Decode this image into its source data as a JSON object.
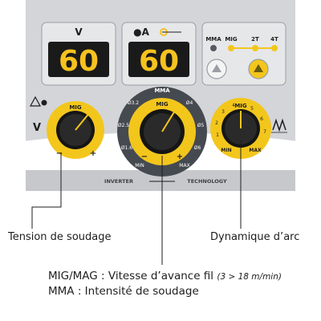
{
  "colors": {
    "panel": "#d3d5d9",
    "panel_dark": "#a9adb3",
    "display_bg": "#1a1a1a",
    "digit": "#f6c21e",
    "knob_ring": "#f3c61c",
    "knob_body": "#151515",
    "text_dark": "#1e1e1e"
  },
  "icons": [
    "warning-icon",
    "wire-spool-icon",
    "arrow-up-icon",
    "dynamic-arc-icon"
  ],
  "left_display": {
    "label": "V",
    "value": "60"
  },
  "right_display": {
    "label_dot": "●A",
    "value": "60"
  },
  "mode_panel": {
    "mma": "MMA",
    "mig": "MIG",
    "t2": "2T",
    "t4": "4T"
  },
  "left_knob": {
    "mode": "MIG",
    "side_label": "V",
    "minus": "−",
    "plus": "+"
  },
  "center_knob": {
    "top_label": "MMA",
    "mode": "MIG",
    "ticks_left": [
      "Ø3.2",
      "Ø2.5",
      "Ø1.6"
    ],
    "ticks_right": [
      "Ø4",
      "Ø5",
      "Ø6"
    ],
    "min": "MIN",
    "max": "MAX",
    "minus": "−",
    "plus": "+"
  },
  "right_knob": {
    "mode": "MIG",
    "scale": [
      "1",
      "2",
      "3",
      "4",
      "5",
      "6",
      "7"
    ],
    "min": "MIN",
    "max": "MAX"
  },
  "brand_strip": {
    "left": "INVERTER",
    "right": "TECHNOLOGY"
  },
  "callouts": {
    "left": "Tension de soudage",
    "right": "Dynamique d’arc"
  },
  "legend": {
    "line1": "MIG/MAG : Vitesse d’avance fil",
    "line1_note": "(3 > 18 m/min)",
    "line2": "MMA : Intensité de soudage"
  }
}
